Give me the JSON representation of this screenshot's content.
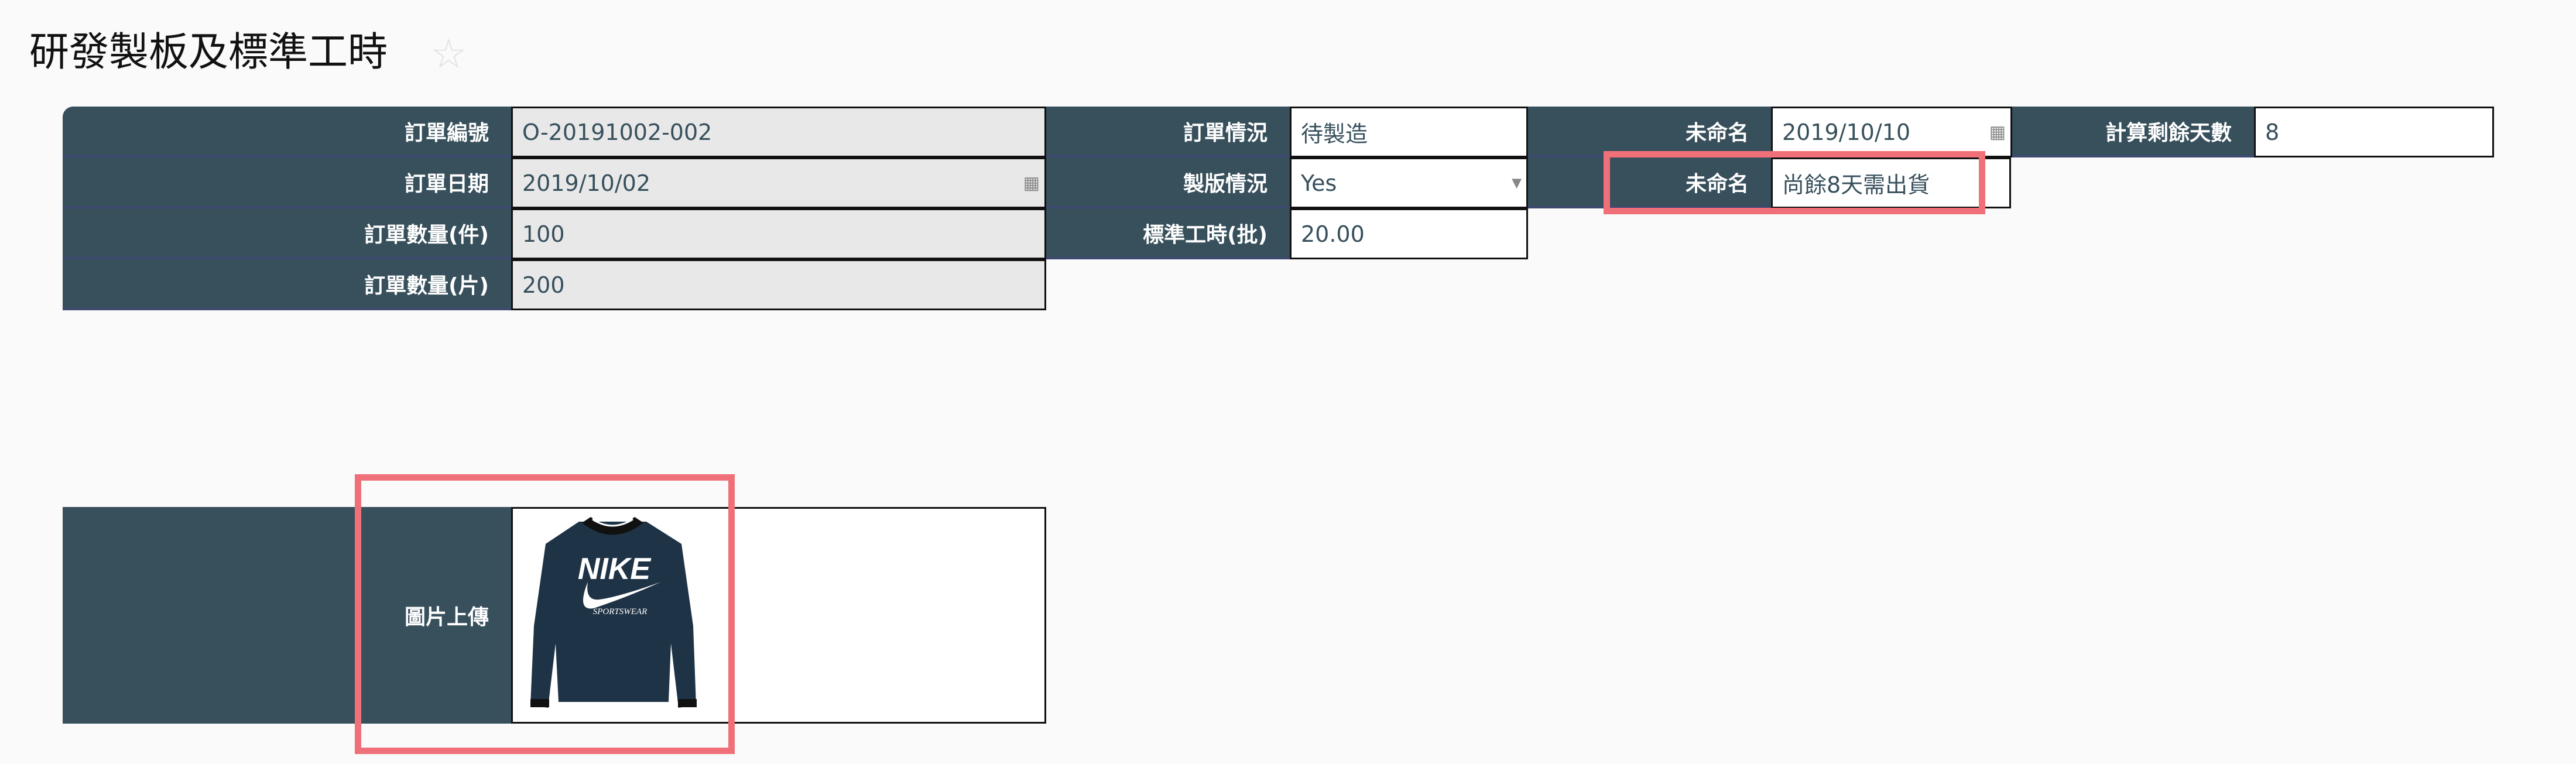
{
  "page": {
    "title": "研發製板及標準工時",
    "favorite_icon": "star-outline-icon"
  },
  "form": {
    "order_no": {
      "label": "訂單編號",
      "value": "O-20191002-002"
    },
    "order_status": {
      "label": "訂單情況",
      "value": "待製造"
    },
    "unnamed_date": {
      "label": "未命名",
      "value": "2019/10/10"
    },
    "remaining_days": {
      "label": "計算剩餘天數",
      "value": "8"
    },
    "order_date": {
      "label": "訂單日期",
      "value": "2019/10/02"
    },
    "plate_status": {
      "label": "製版情況",
      "value": "Yes"
    },
    "unnamed_text": {
      "label": "未命名",
      "value": "尚餘8天需出貨"
    },
    "qty_pcs": {
      "label": "訂單數量(件)",
      "value": "100"
    },
    "std_hours": {
      "label": "標準工時(批)",
      "value": "20.00"
    },
    "qty_pieces": {
      "label": "訂單數量(片)",
      "value": "200"
    },
    "image_upload": {
      "label": "圖片上傳",
      "logo_text": "NIKE SPORTSWEAR"
    }
  },
  "colors": {
    "header_bg": "#37505c",
    "highlight": "#f07079"
  }
}
